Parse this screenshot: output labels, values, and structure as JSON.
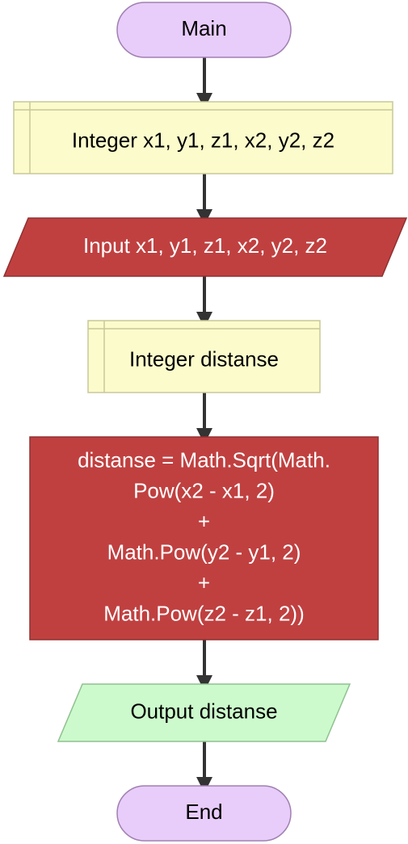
{
  "diagram": {
    "nodes": [
      {
        "id": "start",
        "shape": "terminal",
        "lines": [
          "Main"
        ],
        "fill": "#e8ccfa"
      },
      {
        "id": "decl1",
        "shape": "declare",
        "lines": [
          "Integer x1, y1, z1, x2, y2, z2"
        ],
        "fill": "#fbfbcc"
      },
      {
        "id": "input1",
        "shape": "io",
        "lines": [
          "Input x1, y1, z1, x2, y2, z2"
        ],
        "fill": "#c04040"
      },
      {
        "id": "decl2",
        "shape": "declare",
        "lines": [
          "Integer distanse"
        ],
        "fill": "#fbfbcc"
      },
      {
        "id": "assign1",
        "shape": "process",
        "lines": [
          "distanse = Math.Sqrt(Math.",
          "Pow(x2 - x1, 2)",
          "+",
          "Math.Pow(y2 - y1, 2)",
          "+",
          "Math.Pow(z2 - z1, 2))"
        ],
        "fill": "#c04040"
      },
      {
        "id": "output1",
        "shape": "io",
        "lines": [
          "Output distanse"
        ],
        "fill": "#ccfacc"
      },
      {
        "id": "end",
        "shape": "terminal",
        "lines": [
          "End"
        ],
        "fill": "#e8ccfa"
      }
    ],
    "edges": [
      {
        "from": "start",
        "to": "decl1"
      },
      {
        "from": "decl1",
        "to": "input1"
      },
      {
        "from": "input1",
        "to": "decl2"
      },
      {
        "from": "decl2",
        "to": "assign1"
      },
      {
        "from": "assign1",
        "to": "output1"
      },
      {
        "from": "output1",
        "to": "end"
      }
    ]
  }
}
